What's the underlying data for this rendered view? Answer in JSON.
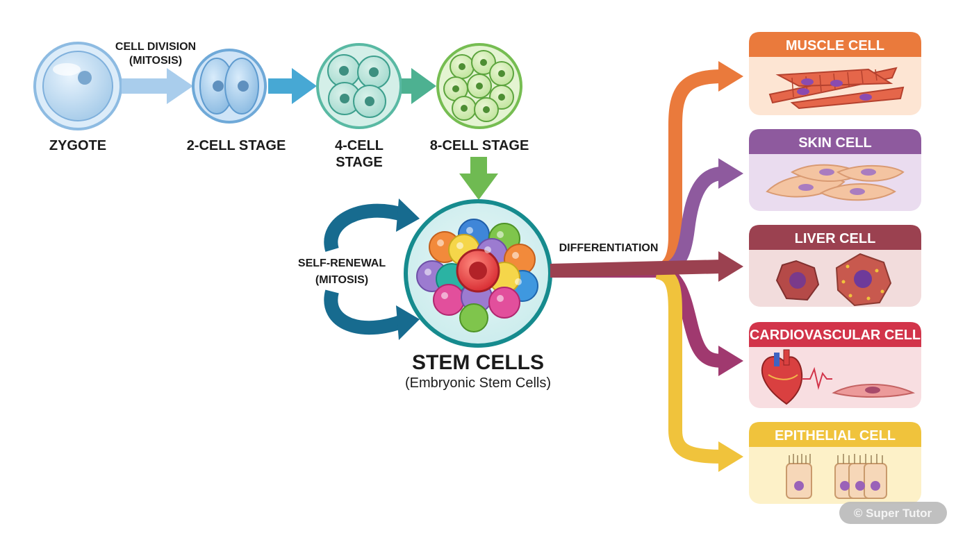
{
  "stages": {
    "zygote": "ZYGOTE",
    "two_cell": "2-CELL STAGE",
    "four_cell_line1": "4-CELL",
    "four_cell_line2": "STAGE",
    "eight_cell": "8-CELL STAGE"
  },
  "division": {
    "line1": "CELL DIVISION",
    "line2": "(MITOSIS)"
  },
  "self_renewal": {
    "line1": "SELF-RENEWAL",
    "line2": "(MITOSIS)"
  },
  "stem": {
    "title": "STEM CELLS",
    "subtitle": "(Embryonic Stem Cells)"
  },
  "differentiation": "DIFFERENTIATION",
  "cell_types": [
    {
      "label": "MUSCLE CELL",
      "color": "#ea7a3c",
      "body": "#fde5d3"
    },
    {
      "label": "SKIN CELL",
      "color": "#8e5a9e",
      "body": "#eadcef"
    },
    {
      "label": "LIVER CELL",
      "color": "#9b4150",
      "body": "#f2dcdc"
    },
    {
      "label": "CARDIOVASCULAR CELL",
      "color": "#d2344a",
      "body": "#f8dee1"
    },
    {
      "label": "EPITHELIAL CELL",
      "color": "#f0c33c",
      "body": "#fdf1c8"
    }
  ],
  "watermark": "© Super Tutor"
}
